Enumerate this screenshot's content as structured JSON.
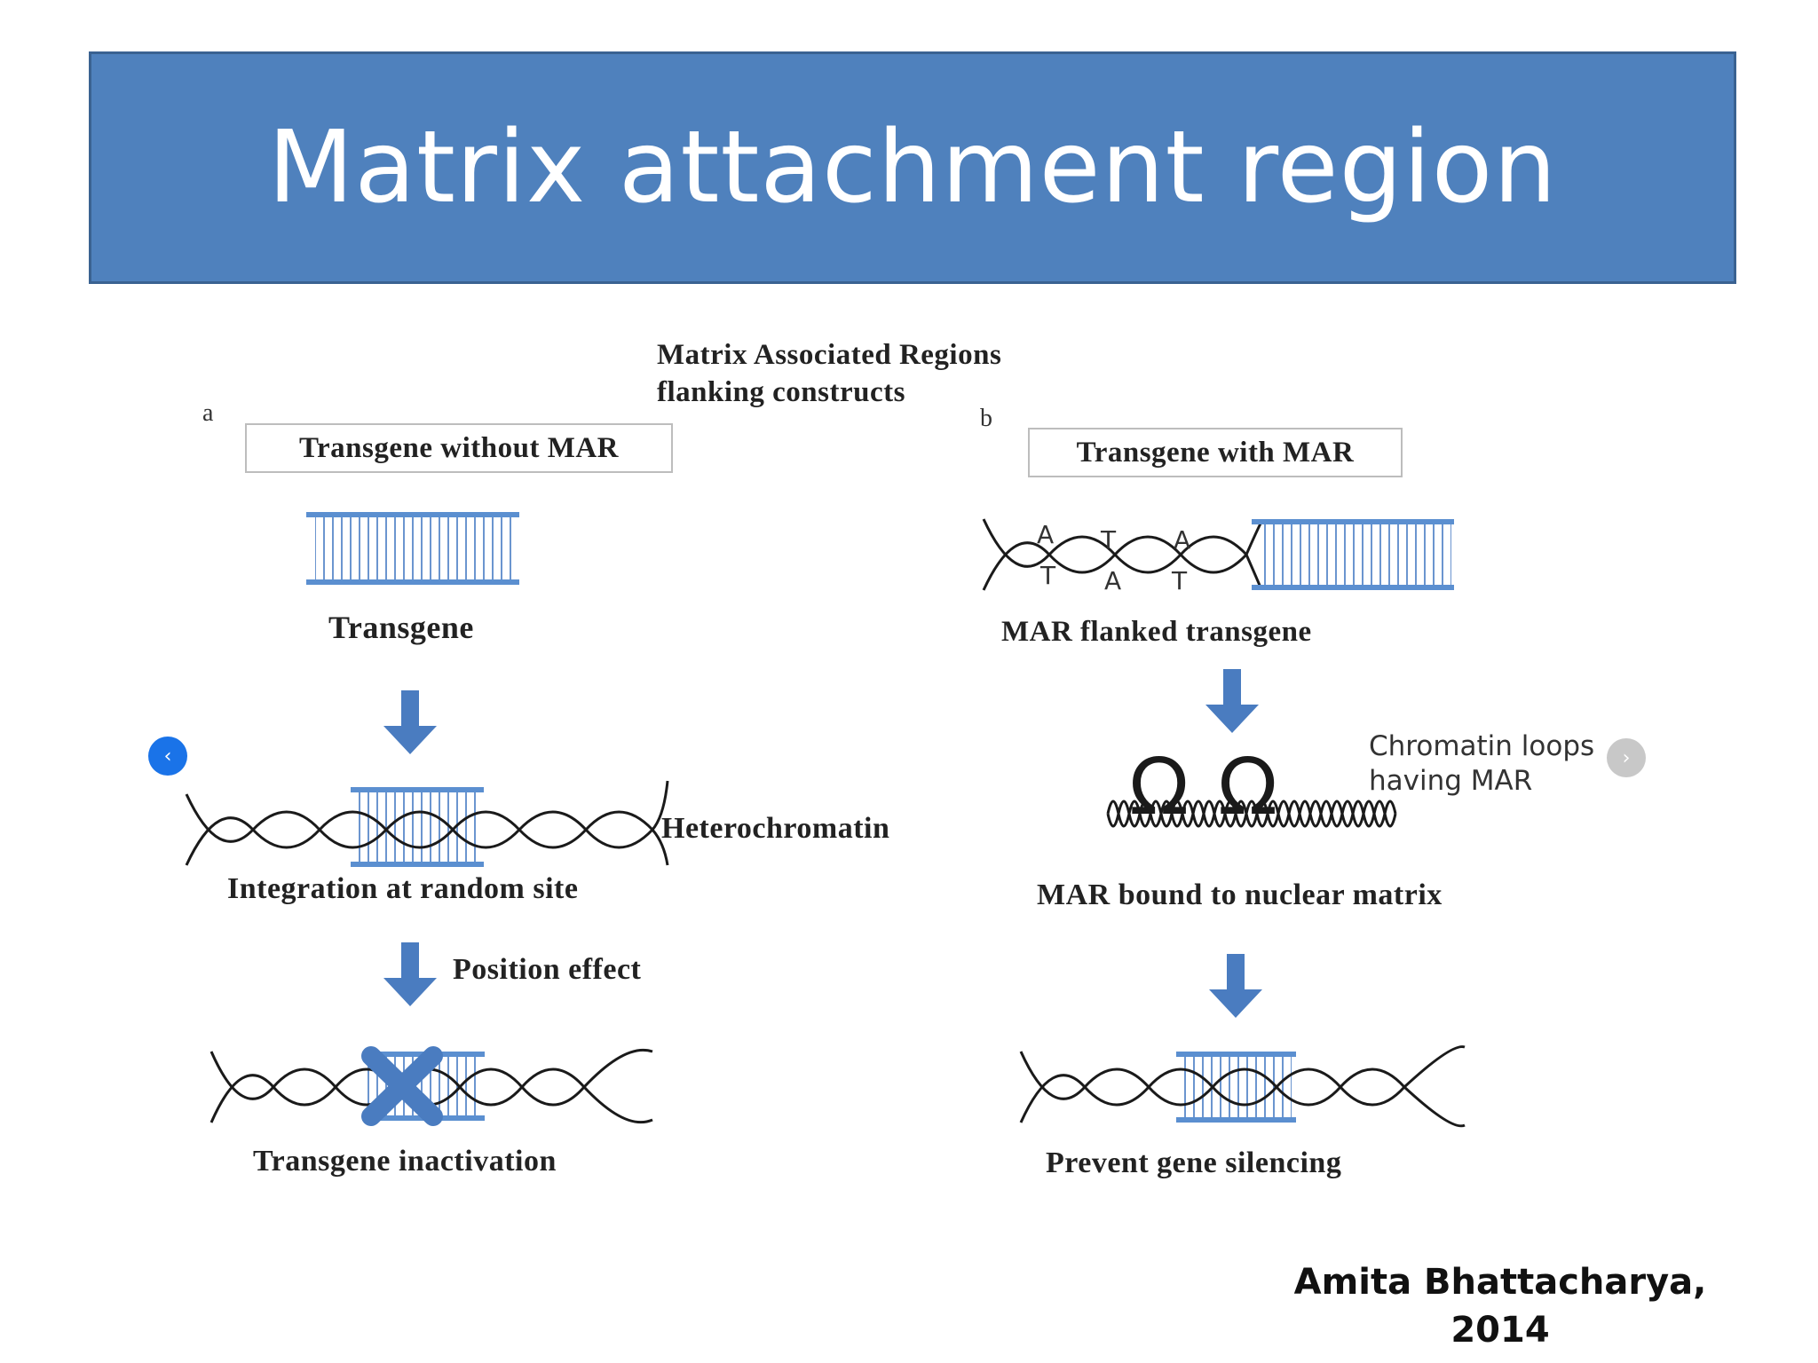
{
  "title": "Matrix attachment region",
  "figure": {
    "header_line1": "Matrix Associated Regions",
    "header_line2": "flanking constructs",
    "panel_a": {
      "letter": "a",
      "box_label": "Transgene without MAR",
      "transgene_label": "Transgene",
      "heterochromatin_label": "Heterochromatin",
      "integration_label": "Integration at random site",
      "position_effect_label": "Position effect",
      "inactivation_label": "Transgene inactivation"
    },
    "panel_b": {
      "letter": "b",
      "box_label": "Transgene with MAR",
      "mar_flanked_label": "MAR flanked transgene",
      "chromatin_loops_line1": "Chromatin loops",
      "chromatin_loops_line2": "having MAR",
      "mar_bound_label": "MAR bound to nuclear matrix",
      "prevent_label": "Prevent gene silencing",
      "base_letters": [
        "A",
        "T",
        "T",
        "A",
        "A",
        "T"
      ],
      "loop_symbols": [
        "Ω",
        "Ω"
      ]
    }
  },
  "navigation": {
    "prev_icon": "‹",
    "next_icon": "›"
  },
  "citation": {
    "line1": "Amita Bhattacharya,",
    "line2": "2014"
  },
  "colors": {
    "title_bar": "#4f81bd",
    "arrow": "#4a7cc0",
    "transgene": "#5b8fd0"
  }
}
